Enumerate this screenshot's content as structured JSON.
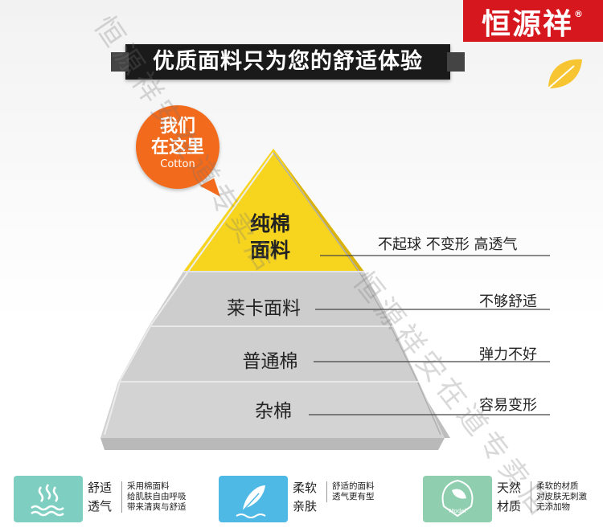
{
  "brand": {
    "name": "恒源祥",
    "mark": "®"
  },
  "banner": {
    "text": "优质面料只为您的舒适体验"
  },
  "badge": {
    "line1": "我们",
    "line2": "在这里",
    "line3": "Cotton"
  },
  "pyramid": {
    "tiers": [
      {
        "name_line1": "纯棉",
        "name_line2": "面料",
        "note": "不起球 不变形 高透气"
      },
      {
        "name": "莱卡面料",
        "note": "不够舒适"
      },
      {
        "name": "普通棉",
        "note": "弹力不好"
      },
      {
        "name": "杂棉",
        "note": "容易变形"
      }
    ]
  },
  "watermark": "恒源祥安在道专卖店",
  "features": [
    {
      "icon": "steam-icon",
      "name_line1": "舒适",
      "name_line2": "透气",
      "desc": [
        "采用棉面料",
        "给肌肤自由呼吸",
        "带来清爽与舒适"
      ],
      "color": "#7ecfc2"
    },
    {
      "icon": "feather-icon",
      "name_line1": "柔软",
      "name_line2": "亲肤",
      "desc": [
        "舒适的面料",
        "透气更有型"
      ],
      "color": "#4fb9e6"
    },
    {
      "icon": "leaf-badge-icon",
      "name_line1": "天然",
      "name_line2": "材质",
      "desc": [
        "柔软的材质",
        "对皮肤无刺激",
        "无添加物"
      ],
      "color": "#8fcfb0",
      "badge_text": "Model"
    }
  ]
}
